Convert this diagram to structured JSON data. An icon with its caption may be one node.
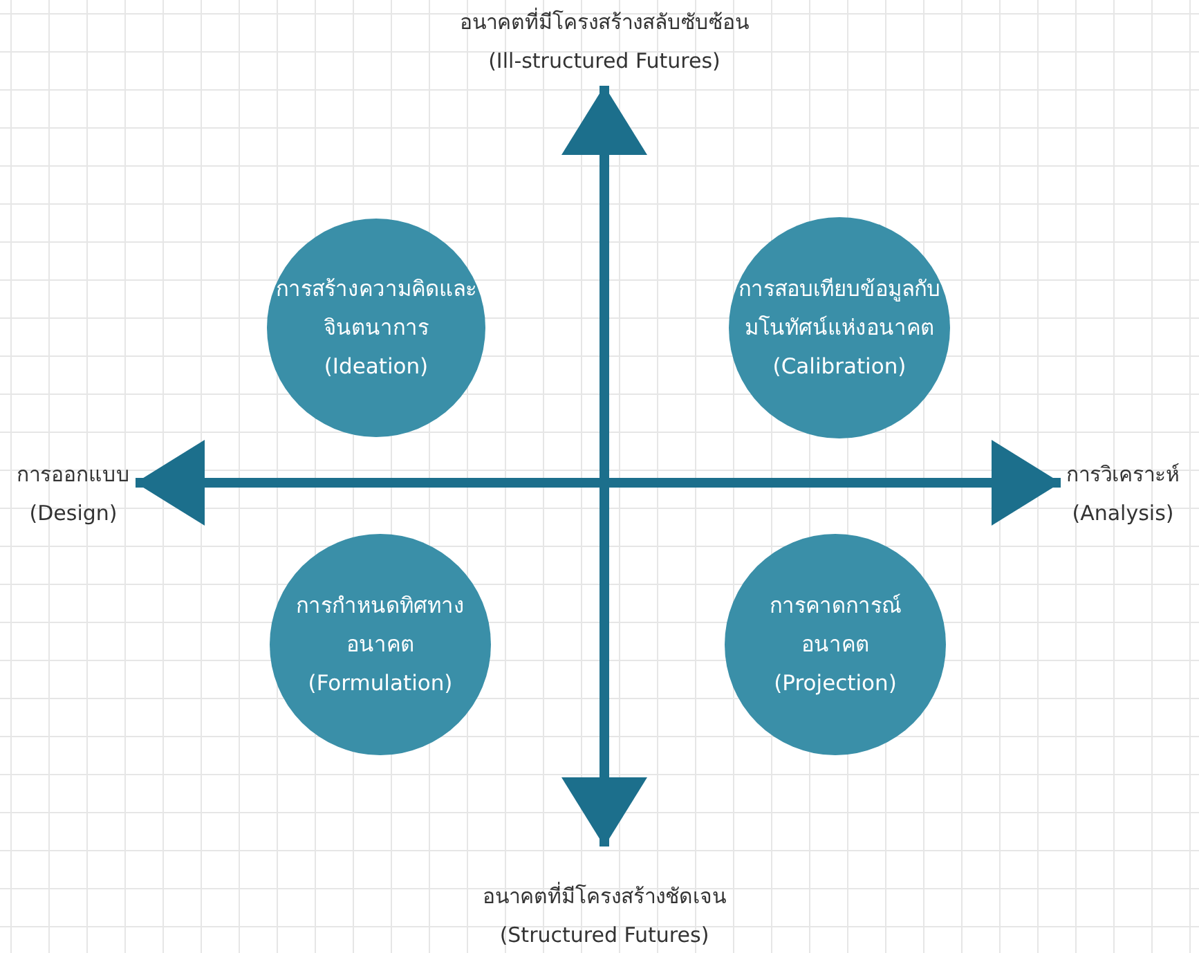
{
  "diagram": {
    "nodes": [
      {
        "text": [
          "อนาคตที่มีโครงสร้างสลับซับซ้อน",
          "(Ill-structured Futures)"
        ]
      },
      {
        "text": [
          "การสร้างความคิดและจินตนาการ",
          "(Ideation)"
        ]
      },
      {
        "text": [
          "การสอบเทียบข้อมูลกับมโนทัศน์แห่งอนาคต",
          "(Calibration)"
        ]
      },
      {
        "text": [
          "การออกแบบ",
          "(Design)"
        ]
      },
      {
        "text": [
          "การวิเคราะห์",
          "(Analysis)"
        ]
      },
      {
        "text": [
          "การกำหนดทิศทางอนาคต",
          "(Formulation)"
        ]
      },
      {
        "text": [
          "การคาดการณ์อนาคต",
          "(Projection)"
        ]
      },
      {
        "text": [
          "อนาคตที่มีโครงสร้างชัดเจน",
          "(Structured Futures)"
        ]
      }
    ],
    "edges": [
      {
        "from": 7,
        "to": 0,
        "arrow": "both"
      },
      {
        "from": 3,
        "to": 4,
        "arrow": "both"
      }
    ]
  }
}
